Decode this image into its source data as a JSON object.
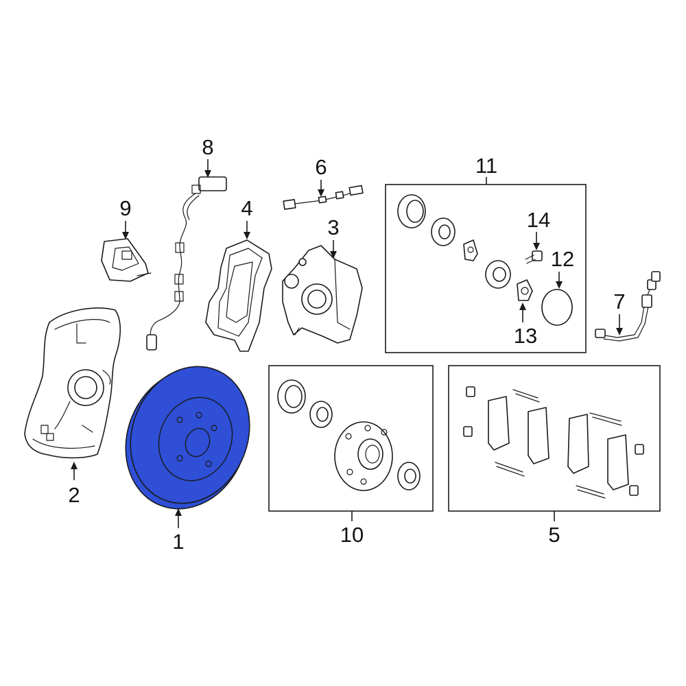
{
  "callouts": {
    "c1": "1",
    "c2": "2",
    "c3": "3",
    "c4": "4",
    "c5": "5",
    "c6": "6",
    "c7": "7",
    "c8": "8",
    "c9": "9",
    "c10": "10",
    "c11": "11",
    "c12": "12",
    "c13": "13",
    "c14": "14"
  },
  "colors": {
    "highlight": "#2e4fd6",
    "line": "#1a1a1a",
    "background": "#ffffff"
  }
}
